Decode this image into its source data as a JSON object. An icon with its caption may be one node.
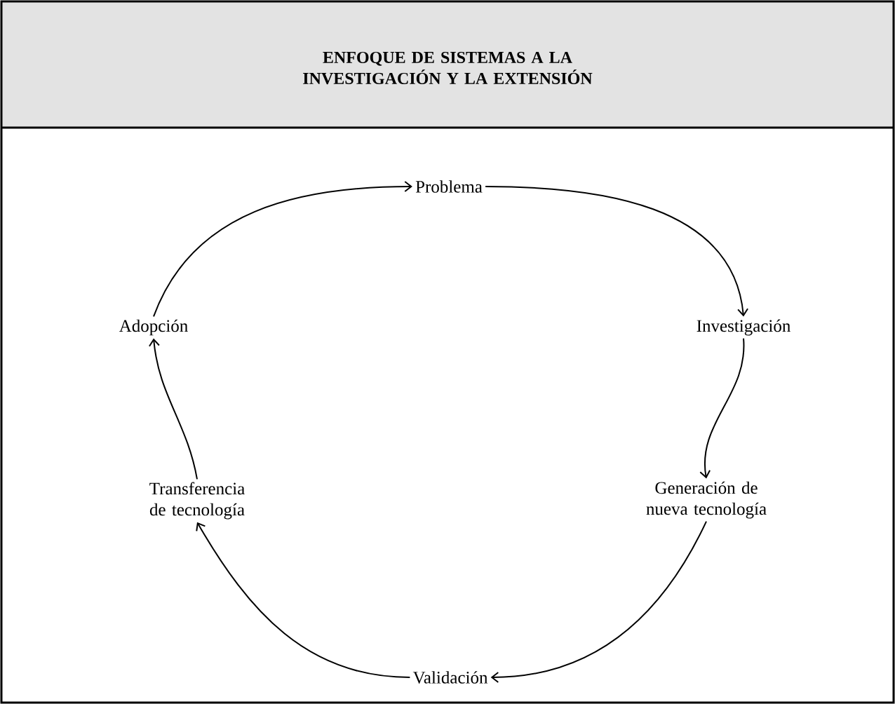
{
  "diagram": {
    "title": "ENFOQUE DE SISTEMAS A LA INVESTIGACIÓN Y LA EXTENSIÓN",
    "nodes": [
      {
        "text": [
          "Problema"
        ]
      },
      {
        "text": [
          "Investigación"
        ]
      },
      {
        "text": [
          "Generación de nueva tecnología"
        ]
      },
      {
        "text": [
          "Validación"
        ]
      },
      {
        "text": [
          "Transferencia de tecnología"
        ]
      },
      {
        "text": [
          "Adopción"
        ]
      }
    ],
    "edges": [
      {
        "from": 0,
        "to": 1,
        "arrow": "to"
      },
      {
        "from": 1,
        "to": 2,
        "arrow": "to"
      },
      {
        "from": 2,
        "to": 3,
        "arrow": "to"
      },
      {
        "from": 3,
        "to": 4,
        "arrow": "to"
      },
      {
        "from": 4,
        "to": 5,
        "arrow": "to"
      },
      {
        "from": 5,
        "to": 0,
        "arrow": "to"
      }
    ]
  }
}
